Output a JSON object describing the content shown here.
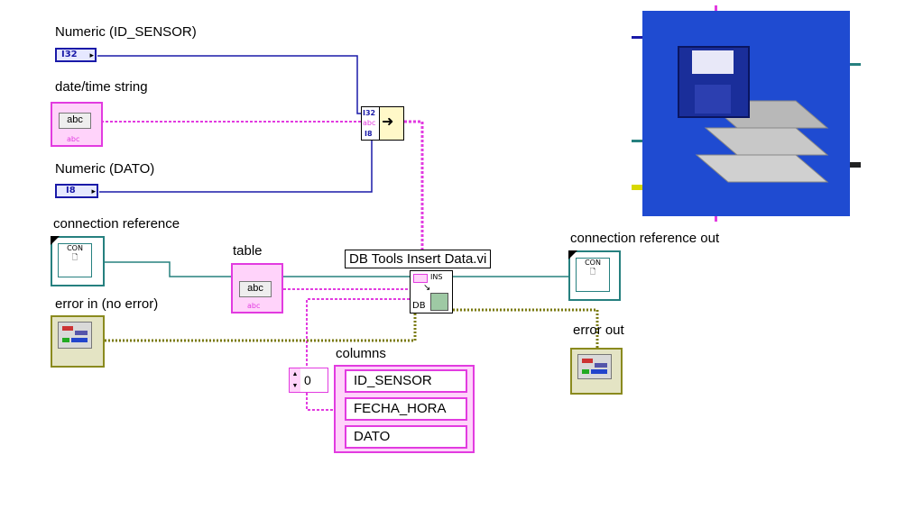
{
  "labels": {
    "numeric_id_sensor": "Numeric (ID_SENSOR)",
    "datetime_string": "date/time string",
    "numeric_dato": "Numeric (DATO)",
    "connection_reference": "connection reference",
    "table": "table",
    "error_in": "error in (no error)",
    "columns": "columns",
    "connection_reference_out": "connection reference out",
    "error_out": "error out",
    "vi_name": "DB Tools Insert Data.vi"
  },
  "terminals": {
    "i32_tag": "I32",
    "i8_tag": "I8",
    "string_inner": "abc",
    "string_tag": "abc",
    "con_tag": "CON"
  },
  "bundle_tags": [
    "I32",
    "abc",
    "I8"
  ],
  "subvi": {
    "top_tag": "INS",
    "bottom_tag": "DB"
  },
  "columns": {
    "index": "0",
    "items": [
      "ID_SENSOR",
      "FECHA_HORA",
      "DATO"
    ]
  },
  "colors": {
    "int_wire": "#1a1aa8",
    "string_wire": "#e23be0",
    "ref_wire": "#26807f",
    "error_wire": "#8a8a1e",
    "icon_bg": "#1f4bd1"
  }
}
